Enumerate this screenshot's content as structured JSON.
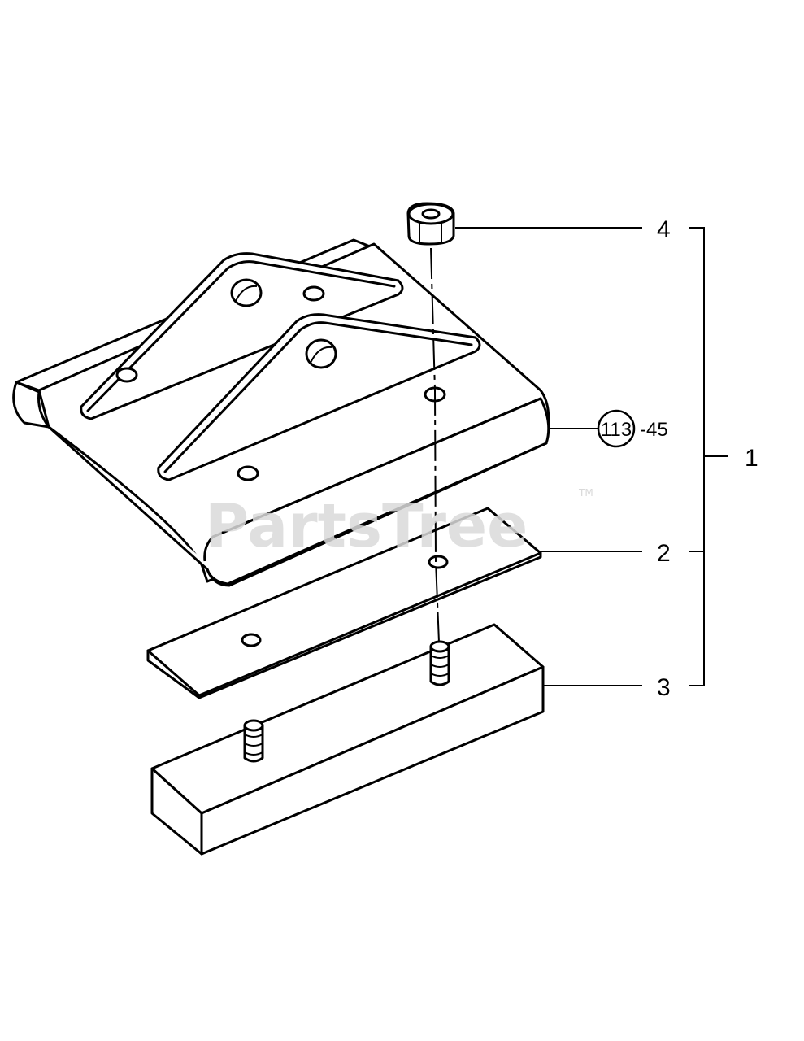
{
  "callouts": {
    "part_4": "4",
    "part_1": "1",
    "part_2": "2",
    "part_3": "3",
    "ref_circle": "113",
    "ref_suffix": "-45"
  },
  "watermark": {
    "text": "PartsTree",
    "trademark": "TM"
  }
}
